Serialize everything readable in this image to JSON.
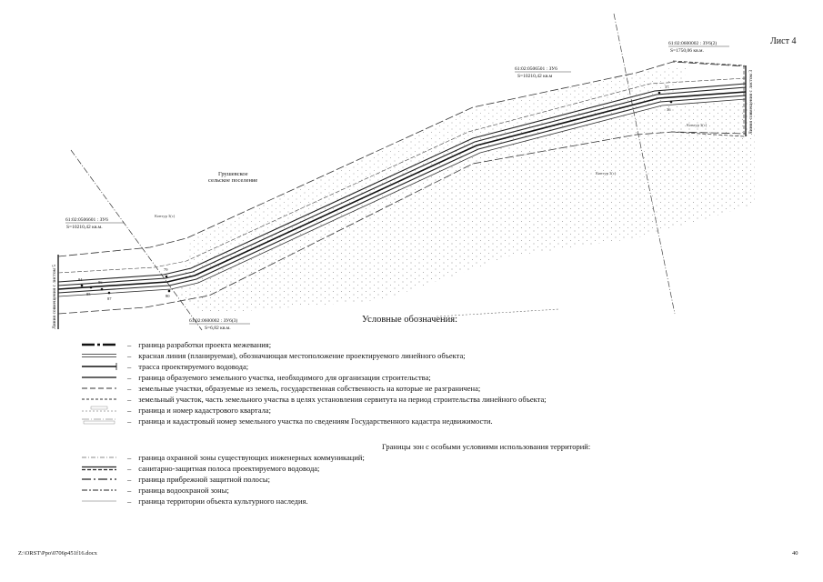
{
  "sheet": {
    "label": "Лист 4"
  },
  "map": {
    "parcels": [
      {
        "id": "parcel-zu6-left",
        "code": "61:02:0506601 : ЗУ6",
        "area": "S=10210,42 кв.м."
      },
      {
        "id": "parcel-zu6-center",
        "code": "61:02:0506501 : ЗУ6",
        "area": "S=10210,42 кв.м"
      },
      {
        "id": "parcel-zu6-2",
        "code": "61:02:0600002 : ЗУ6(2)",
        "area": "S=1750,06 кв.м."
      },
      {
        "id": "parcel-zu6-3",
        "code": "61:02:0600002 : ЗУ6(3)",
        "area": "S=6,82 кв.м."
      }
    ],
    "settlement": [
      "Грушевское",
      "сельское поселение"
    ],
    "contour_labels": [
      "Контур 3(с)",
      "Контур 3(с)",
      "Контур 3(с)"
    ],
    "edge_left": "Линия совмещения с листом 5",
    "edge_right": "Линия совмещения с листом 3",
    "point_labels": [
      "84",
      "85",
      "86",
      "87",
      "79",
      "80",
      "37",
      "36"
    ]
  },
  "legend": {
    "title": "Условные обозначения:",
    "dash": "–",
    "items": [
      "граница  разработки проекта межевания;",
      "красная линия (планируемая), обозначающая местоположение проектируемого линейного объекта;",
      "трасса проектируемого водовода;",
      "граница образуемого земельного участка, необходимого для организации строительства;",
      "земельные участки, образуемые из земель, государственная собственность на которые не разграничена;",
      "земельный участок, часть земельного участка в целях установления сервитута на период строительства линейного объекта;",
      "граница и номер кадастрового квартала;",
      "граница и кадастровый номер земельного участка по сведениям Государственного кадастра недвижимости."
    ],
    "zones_heading": "Границы зон с особыми условиями использования территорий:",
    "zone_items": [
      "граница охранной зоны существующих инженерных коммуникаций;",
      "санитарно-защитная полоса проектируемого водовода;",
      "граница прибрежной защитной полосы;",
      "граница водоохраной зоны;",
      "граница территории объекта культурного наследия."
    ]
  },
  "footer": {
    "path": "Z:\\ORST\\Ppo\\0706p451f16.docx",
    "page": "40"
  }
}
